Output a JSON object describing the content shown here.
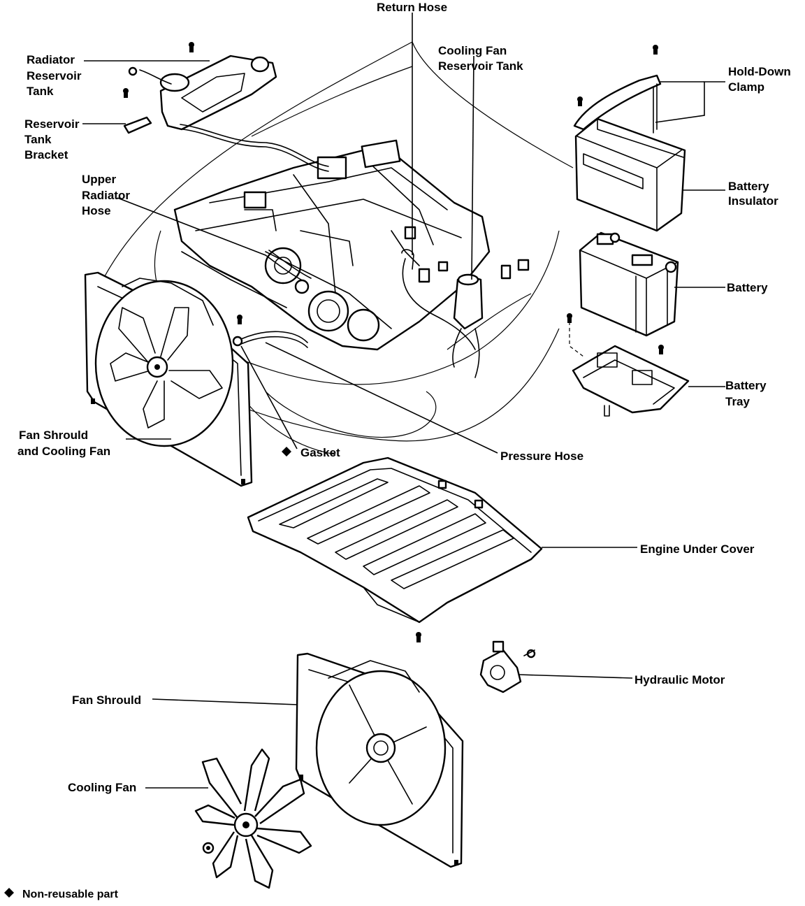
{
  "labels": {
    "return_hose": "Return Hose",
    "radiator_reservoir_tank": [
      "Radiator",
      "Reservoir",
      "Tank"
    ],
    "cooling_fan_reservoir_tank": [
      "Cooling Fan",
      "Reservoir Tank"
    ],
    "hold_down_clamp": [
      "Hold-Down",
      "Clamp"
    ],
    "reservoir_tank_bracket": [
      "Reservoir",
      "Tank",
      "Bracket"
    ],
    "upper_radiator_hose": [
      "Upper",
      "Radiator",
      "Hose"
    ],
    "battery_insulator": [
      "Battery",
      "Insulator"
    ],
    "battery": "Battery",
    "battery_tray": [
      "Battery",
      "Tray"
    ],
    "fan_shroud_and_cooling_fan": [
      "Fan Shrould",
      "and Cooling Fan"
    ],
    "gasket": "Gasket",
    "pressure_hose": "Pressure Hose",
    "engine_under_cover": "Engine Under Cover",
    "hydraulic_motor": "Hydraulic Motor",
    "fan_shroud": "Fan Shrould",
    "cooling_fan": "Cooling Fan",
    "legend_non_reusable": "Non-reusable part"
  },
  "icons": {
    "non_reusable_marker": "diamond-icon"
  }
}
